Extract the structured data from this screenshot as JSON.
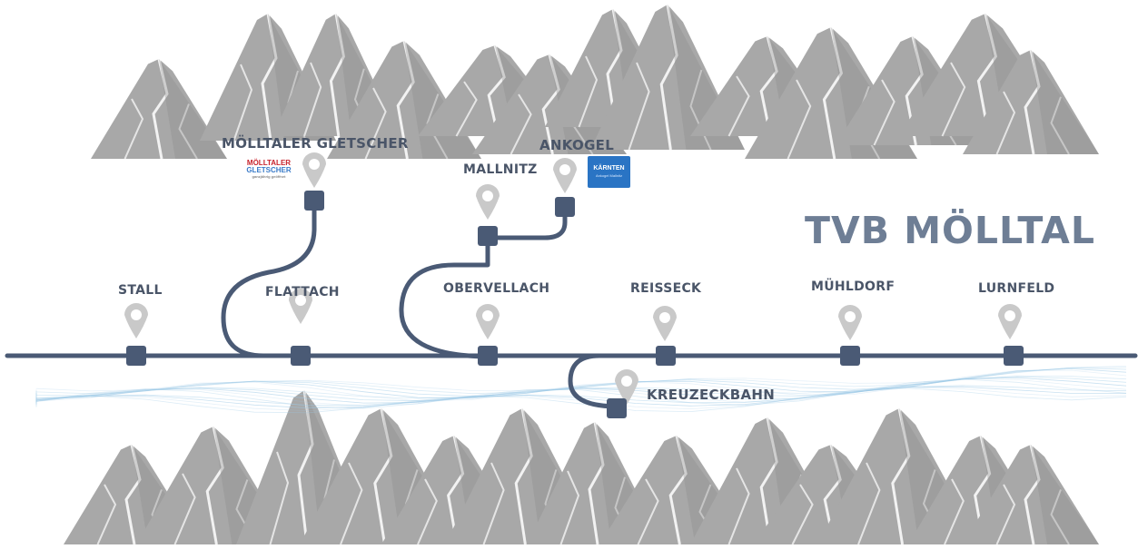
{
  "brand": {
    "title": "TVB MÖLLTAL"
  },
  "stations": [
    {
      "id": "stall",
      "label": "STALL"
    },
    {
      "id": "flattach",
      "label": "FLATTACH"
    },
    {
      "id": "moelltaler",
      "label": "MÖLLTALER GLETSCHER"
    },
    {
      "id": "obervellach",
      "label": "OBERVELLACH"
    },
    {
      "id": "mallnitz",
      "label": "MALLNITZ"
    },
    {
      "id": "ankogel",
      "label": "ANKOGEL"
    },
    {
      "id": "reisseck",
      "label": "REISSECK"
    },
    {
      "id": "kreuzeckbahn",
      "label": "KREUZECKBAHN"
    },
    {
      "id": "muehldorf",
      "label": "MÜHLDORF"
    },
    {
      "id": "lurnfeld",
      "label": "LURNFELD"
    }
  ],
  "logos": {
    "moelltaler": {
      "line1": "MÖLLTALER",
      "line2": "GLETSCHER",
      "line3": "ganzjährig geöffnet"
    },
    "kaernten": {
      "line1": "KÄRNTEN",
      "line2": "Ankogel Mallnitz"
    }
  },
  "colors": {
    "line": "#4a5a75",
    "mountain": "#a8a8a8",
    "mountainDark": "#8c8c8c",
    "pin": "#c9c9c9",
    "water": "#9cc9e6",
    "label": "#4a5568"
  }
}
